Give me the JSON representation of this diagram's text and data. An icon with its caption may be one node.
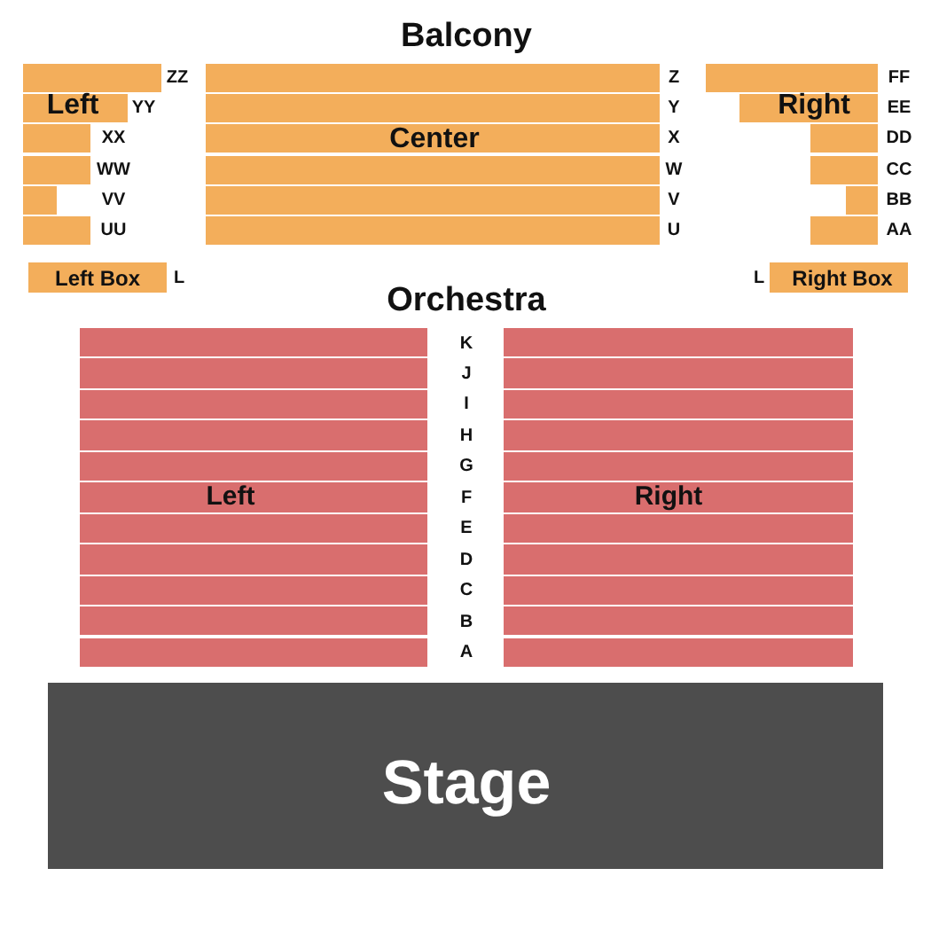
{
  "diagram": {
    "nodes": [
      {
        "text": [
          "Left"
        ]
      },
      {
        "text": [
          "Center"
        ]
      },
      {
        "text": [
          "Right"
        ]
      },
      {
        "text": [
          "Left Box"
        ]
      },
      {
        "text": [
          "Right Box"
        ]
      },
      {
        "text": [
          "Left"
        ]
      },
      {
        "text": [
          "Right"
        ]
      },
      {
        "text": [
          "Stage"
        ]
      }
    ],
    "labels": [
      "Balcony",
      "ZZ",
      "YY",
      "XX",
      "WW",
      "VV",
      "UU",
      "Z",
      "Y",
      "X",
      "W",
      "V",
      "U",
      "FF",
      "EE",
      "DD",
      "CC",
      "BB",
      "AA",
      "L",
      "L",
      "Orchestra",
      "K",
      "J",
      "I",
      "H",
      "G",
      "F",
      "E",
      "D",
      "C",
      "B",
      "A"
    ]
  }
}
